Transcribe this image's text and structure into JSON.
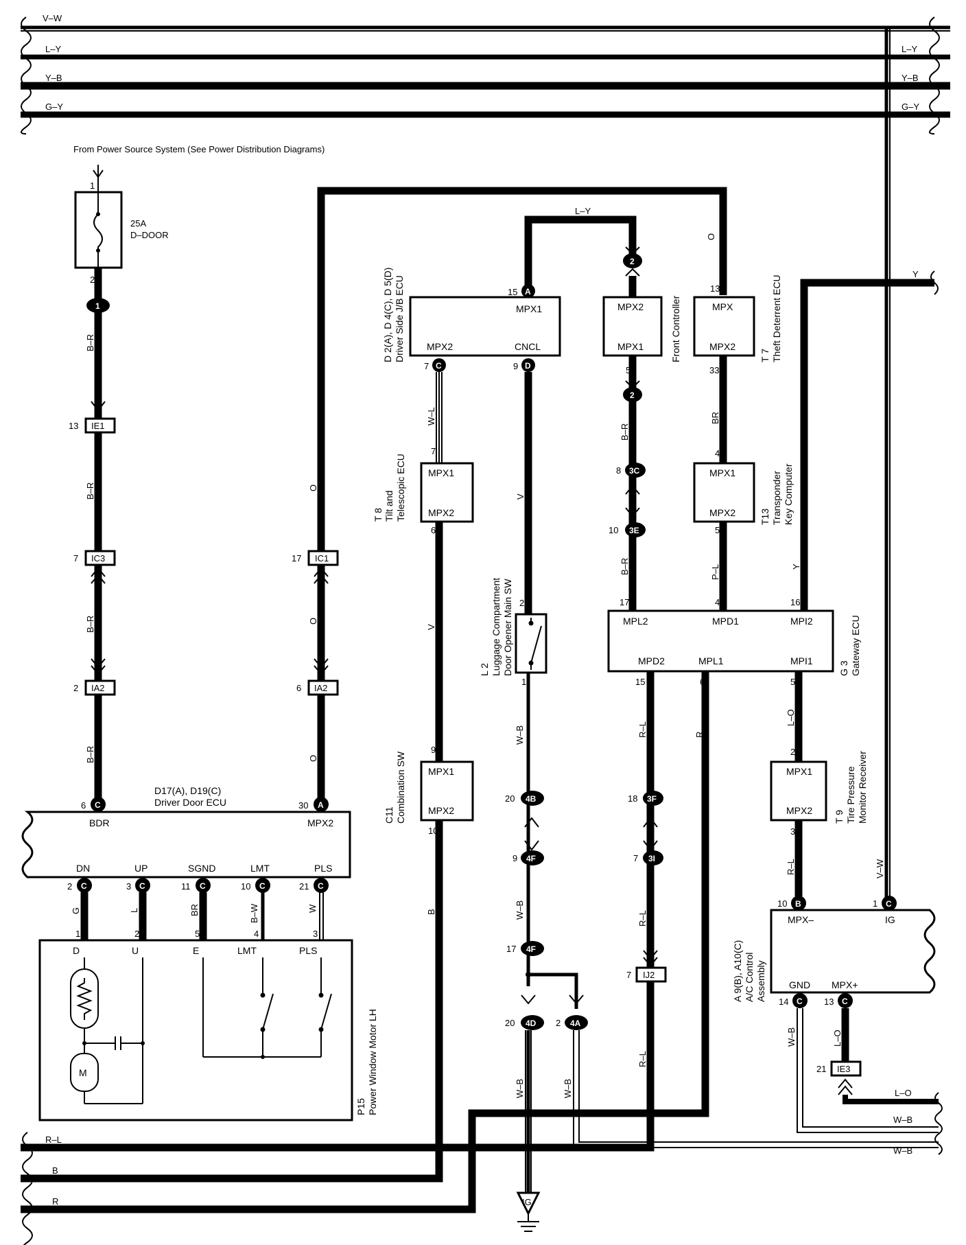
{
  "buses_top": [
    "V–W",
    "L–Y",
    "Y–B",
    "G–Y"
  ],
  "buses_bottom": [
    "R–L",
    "B",
    "R"
  ],
  "power_source_note": "From Power Source System (See  Power Distribution Diagrams)",
  "fuse": {
    "rating": "25A",
    "name": "D–DOOR",
    "pin_in": "1",
    "pin_out": "2"
  },
  "connectors": {
    "c1": "1",
    "ie1": "IE1",
    "ic3": "IC3",
    "ia2": "IA2",
    "ic1": "IC1",
    "c2a": "2",
    "c2b": "2",
    "c3c": "3C",
    "c3e": "3E",
    "c4b": "4B",
    "c4f": "4F",
    "c4f2": "4F",
    "c4d": "4D",
    "c4a": "4A",
    "c3f": "3F",
    "c3i": "3I",
    "ij2": "IJ2",
    "ie3": "IE3",
    "ig": "IG"
  },
  "components": {
    "jb_ecu": {
      "id": "D 2(A), D 4(C), D 5(D)",
      "name": "Driver Side J/B ECU",
      "mpx1": "MPX1",
      "mpx2": "MPX2",
      "cncl": "CNCL"
    },
    "front_controller": {
      "name": "Front Controller",
      "mpx2": "MPX2",
      "mpx1": "MPX1"
    },
    "theft_ecu": {
      "id": "T 7",
      "name": "Theft Deterrent ECU",
      "mpx": "MPX",
      "mpx2": "MPX2"
    },
    "tilt_ecu": {
      "id": "T 8",
      "name1": "Tilt and",
      "name2": "Telescopic ECU",
      "mpx1": "MPX1",
      "mpx2": "MPX2"
    },
    "transponder": {
      "id": "T13",
      "name1": "Transponder",
      "name2": "Key Computer",
      "mpx1": "MPX1",
      "mpx2": "MPX2"
    },
    "luggage_sw": {
      "id": "L 2",
      "name1": "Luggage Compartment",
      "name2": "Door Opener Main SW"
    },
    "gateway": {
      "id": "G 3",
      "name": "Gateway ECU",
      "mpl2": "MPL2",
      "mpd1": "MPD1",
      "mpi2": "MPI2",
      "mpd2": "MPD2",
      "mpl1": "MPL1",
      "mpi1": "MPI1"
    },
    "combination_sw": {
      "id": "C11",
      "name": "Combination SW",
      "mpx1": "MPX1",
      "mpx2": "MPX2"
    },
    "tire_pressure": {
      "id": "T 9",
      "name1": "Tire Pressure",
      "name2": "Monitor Receiver",
      "mpx1": "MPX1",
      "mpx2": "MPX2"
    },
    "door_ecu": {
      "id": "D17(A), D19(C)",
      "name": "Driver Door ECU",
      "bdr": "BDR",
      "mpx2": "MPX2",
      "dn": "DN",
      "up": "UP",
      "sgnd": "SGND",
      "lmt": "LMT",
      "pls": "PLS"
    },
    "window_motor": {
      "id": "P15",
      "name": "Power Window Motor LH",
      "d": "D",
      "u": "U",
      "e": "E",
      "lmt": "LMT",
      "pls": "PLS",
      "motor": "M"
    },
    "ac_control": {
      "id": "A 9(B), A10(C)",
      "name1": "A/C Control",
      "name2": "Assembly",
      "mpx_minus": "MPX–",
      "ig": "IG",
      "gnd": "GND",
      "mpx_plus": "MPX+"
    }
  },
  "wire_colors": {
    "br": "B–R",
    "o": "O",
    "ly": "L–Y",
    "wl": "W–L",
    "v": "V",
    "b": "B",
    "wb": "W–B",
    "brw": "BR",
    "pl": "P–L",
    "y": "Y",
    "rl": "R–L",
    "r": "R",
    "lo": "L–O",
    "vw": "V–W",
    "g": "G",
    "l": "L",
    "bw": "B–W",
    "w": "W"
  },
  "pins": {
    "p13": "13",
    "p7": "7",
    "p2": "2",
    "p6": "6",
    "p17": "17",
    "p30": "30",
    "p15": "15",
    "p9": "9",
    "p5": "5",
    "p8": "8",
    "p10": "10",
    "p33": "33",
    "p4": "4",
    "p16": "16",
    "p1": "1",
    "p20": "20",
    "p3": "3",
    "p11": "11",
    "p21": "21",
    "p18": "18",
    "p14": "14"
  },
  "pin_letters": {
    "a": "A",
    "c": "C",
    "d": "D",
    "b": "B"
  }
}
